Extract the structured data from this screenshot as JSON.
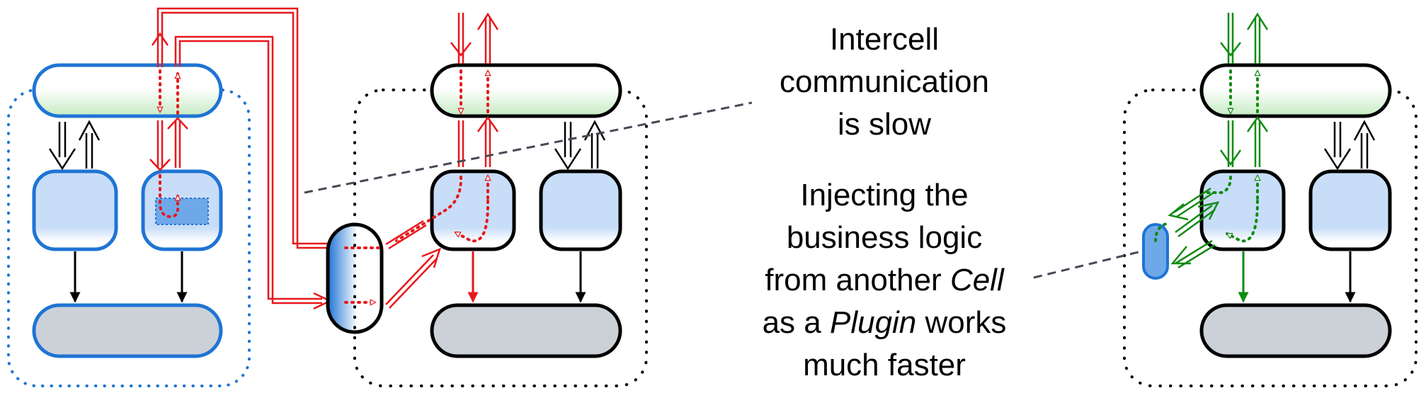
{
  "colors": {
    "blue_outline": "#1f74d4",
    "black_outline": "#000000",
    "red_flow": "#e8171b",
    "green_flow": "#128a12",
    "green_fill": "#c6ebc3",
    "blue_fill": "#c8ddf8",
    "gray_fill": "#ccd1d8",
    "plugin_fill": "#6fa8e8",
    "dashed_line": "#444a55"
  },
  "annotations": {
    "slow": {
      "line1": "Intercell",
      "line2": "communication",
      "line3": "is slow"
    },
    "fast": {
      "line1": "Injecting the",
      "line2": "business logic",
      "line3a": "from another ",
      "line3b": "Cell",
      "line4a": "as a ",
      "line4b": "Plugin",
      "line4c": " works",
      "line5": "much faster"
    }
  }
}
